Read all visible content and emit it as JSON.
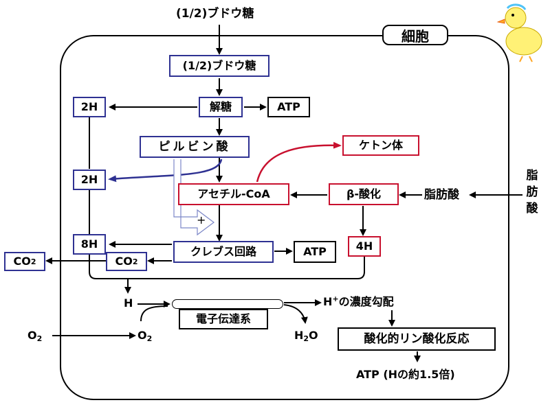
{
  "cell_label": "細胞",
  "nodes": {
    "glucose_outside": "(1/2)ブドウ糖",
    "glucose_inside": "(1/2)ブドウ糖",
    "glycolysis": "解糖",
    "atp_glycolysis": "ATP",
    "h2_top": "2H",
    "pyruvate": "ピルビン酸",
    "ketone": "ケトン体",
    "h2_mid": "2H",
    "acetyl_coa": "アセチル-CoA",
    "beta_oxidation": "β-酸化",
    "fatty_acid_inner": "脂肪酸",
    "fatty_acid_outer": "脂肪酸",
    "plus": "+",
    "h8": "8H",
    "krebs": "クレブス回路",
    "atp_krebs": "ATP",
    "h4": "4H",
    "co2_inner": "CO",
    "co2_outer": "CO",
    "co2_sub": "2",
    "h_label": "H",
    "etc": "電子伝達系",
    "h_gradient": "の濃度勾配",
    "h_gradient_h": "H",
    "h_gradient_sup": "+",
    "o2_outer": "O",
    "o2_inner": "O",
    "o2_sub": "2",
    "h2o_h": "H",
    "h2o_sub": "2",
    "h2o_o": "O",
    "oxphos": "酸化的リン酸化反応",
    "atp_final": "ATP (Hの約1.5倍)"
  },
  "colors": {
    "blue": "#2e3192",
    "red": "#c8102e",
    "black": "#000000",
    "white_arrow": "#7b86c7"
  },
  "icons": [
    "duck-illustration"
  ]
}
